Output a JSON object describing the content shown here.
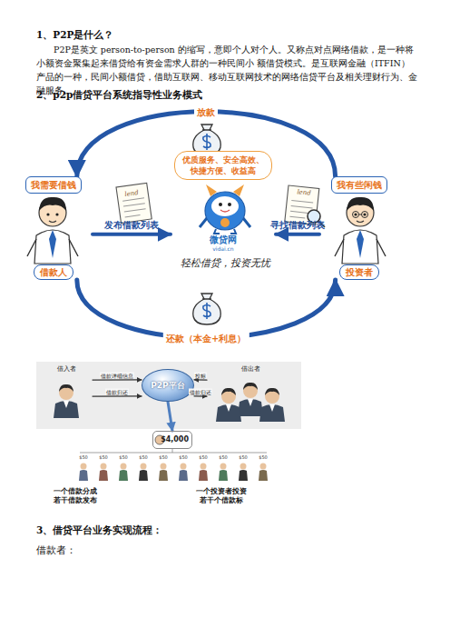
{
  "diagram": {
    "nodes": [
      {
        "text": [
          "优质服务、安全高效、 快捷方便、收益高",
          "微贷网",
          "vidai.cn"
        ]
      },
      {
        "text": [
          "我需要借钱",
          "借款人"
        ]
      },
      {
        "text": [
          "我有些闲钱",
          "投资者"
        ]
      },
      {
        "text": [
          "借入者"
        ]
      },
      {
        "text": [
          "P2P平台"
        ]
      },
      {
        "text": [
          "借出者"
        ]
      },
      {
        "text": [
          "$4,000"
        ]
      }
    ],
    "edges": [
      {
        "from": 1,
        "to": 0,
        "label": "发布借款列表",
        "arrow": "to"
      },
      {
        "from": 2,
        "to": 0,
        "label": "寻找借款列表",
        "arrow": "to"
      },
      {
        "from": 2,
        "to": 1,
        "label": "放款",
        "arrow": "to"
      },
      {
        "from": 1,
        "to": 2,
        "label": "还款（本金+利息）",
        "arrow": "to"
      },
      {
        "from": 3,
        "to": 4,
        "label": "借款详细信息",
        "arrow": "to"
      },
      {
        "from": 3,
        "to": 4,
        "label": "借款归还",
        "arrow": "to"
      },
      {
        "from": 5,
        "to": 4,
        "label": "投标",
        "arrow": "to"
      },
      {
        "from": 4,
        "to": 5,
        "label": "借款归还",
        "arrow": "to"
      },
      {
        "from": 4,
        "to": 6,
        "arrow": "to"
      }
    ],
    "labels": [
      "1、P2P是什么？",
      "P2P是英文 person-to-person 的缩写，意即个人对个人。又称点对点网络借款，是一种将小额资金聚集起来借贷给有资金需求人群的一种民间小 额借贷模式。是互联网金融（ITFIN）产品的一种，民间小额借贷，借助互联网、移动互联网技术的网络信贷平台及相关理财行为、金融服务。",
      "2、p2p借贷平台系统指导性业务模式",
      "lend",
      "lend",
      "轻松借贷，投资无忧",
      "$50",
      "$50",
      "$50",
      "$50",
      "$50",
      "$50",
      "$50",
      "$50",
      "$50",
      "$50",
      "一个借款分成 若干借款发布",
      "一个投资者投资 若干个借款标",
      "3、借贷平台业务实现流程：",
      "借款者："
    ]
  }
}
